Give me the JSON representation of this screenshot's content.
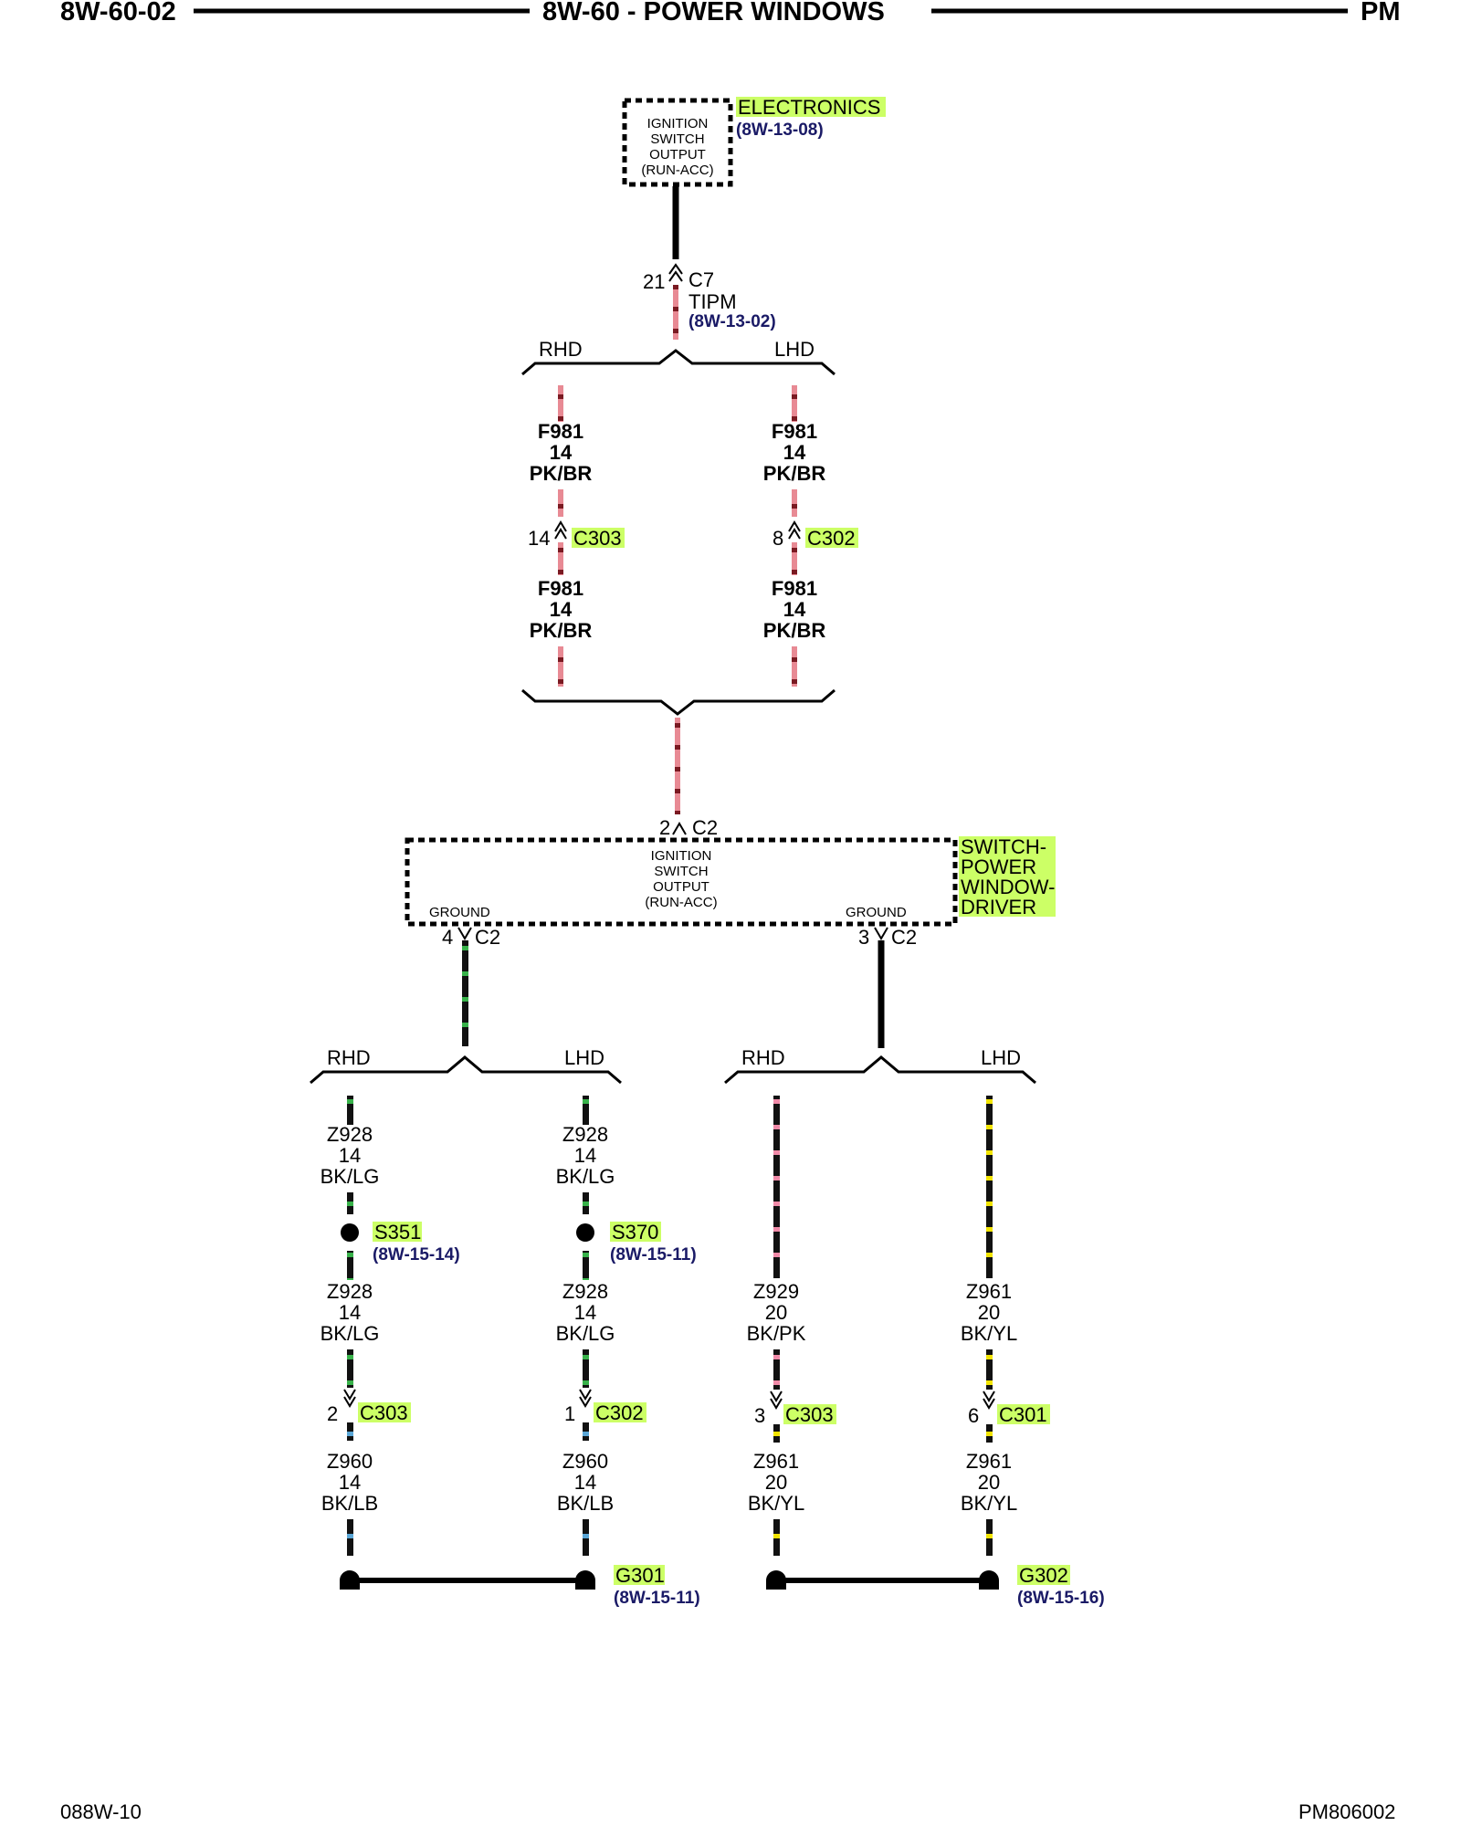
{
  "header": {
    "left": "8W-60-02",
    "center": "8W-60 - POWER WINDOWS",
    "right": "PM"
  },
  "footer": {
    "left": "088W-10",
    "right": "PM806002"
  },
  "top_component": {
    "lines": [
      "IGNITION",
      "SWITCH",
      "OUTPUT",
      "(RUN-ACC)"
    ],
    "name": "ELECTRONICS",
    "ref": "(8W-13-08)"
  },
  "tipm_connector": {
    "pin": "21",
    "name": "C7",
    "module": "TIPM",
    "ref": "(8W-13-02)"
  },
  "upper_branch": {
    "rhd": "RHD",
    "lhd": "LHD",
    "left": {
      "wire_upper": [
        "F981",
        "14",
        "PK/BR"
      ],
      "pin": "14",
      "connector": "C303",
      "wire_lower": [
        "F981",
        "14",
        "PK/BR"
      ]
    },
    "right": {
      "wire_upper": [
        "F981",
        "14",
        "PK/BR"
      ],
      "pin": "8",
      "connector": "C302",
      "wire_lower": [
        "F981",
        "14",
        "PK/BR"
      ]
    }
  },
  "switch": {
    "top_pin": "2",
    "top_connector": "C2",
    "lines": [
      "IGNITION",
      "SWITCH",
      "OUTPUT",
      "(RUN-ACC)"
    ],
    "name_lines": [
      "SWITCH-",
      "POWER",
      "WINDOW-",
      "DRIVER"
    ],
    "ground_left": "GROUND",
    "ground_right": "GROUND",
    "left_pin": "4",
    "left_connector": "C2",
    "right_pin": "3",
    "right_connector": "C2"
  },
  "lower_left": {
    "rhd": "RHD",
    "lhd": "LHD",
    "a": {
      "wire1": [
        "Z928",
        "14",
        "BK/LG"
      ],
      "splice": "S351",
      "splice_ref": "(8W-15-14)",
      "wire2": [
        "Z928",
        "14",
        "BK/LG"
      ],
      "pin": "2",
      "connector": "C303",
      "wire3": [
        "Z960",
        "14",
        "BK/LB"
      ]
    },
    "b": {
      "wire1": [
        "Z928",
        "14",
        "BK/LG"
      ],
      "splice": "S370",
      "splice_ref": "(8W-15-11)",
      "wire2": [
        "Z928",
        "14",
        "BK/LG"
      ],
      "pin": "1",
      "connector": "C302",
      "wire3": [
        "Z960",
        "14",
        "BK/LB"
      ]
    },
    "ground": "G301",
    "ground_ref": "(8W-15-11)"
  },
  "lower_right": {
    "rhd": "RHD",
    "lhd": "LHD",
    "a": {
      "wire1": [
        "Z929",
        "20",
        "BK/PK"
      ],
      "pin": "3",
      "connector": "C303",
      "wire2": [
        "Z961",
        "20",
        "BK/YL"
      ]
    },
    "b": {
      "wire1": [
        "Z961",
        "20",
        "BK/YL"
      ],
      "pin": "6",
      "connector": "C301",
      "wire2": [
        "Z961",
        "20",
        "BK/YL"
      ]
    },
    "ground": "G302",
    "ground_ref": "(8W-15-16)"
  },
  "colors": {
    "pink_br": "#e88a94",
    "green": "#38b24a",
    "light_blue": "#5aa6d6",
    "pink": "#f08aa8",
    "yellow": "#f2e400",
    "highlight": "#ccff66",
    "ref_blue": "#1a1a66"
  }
}
